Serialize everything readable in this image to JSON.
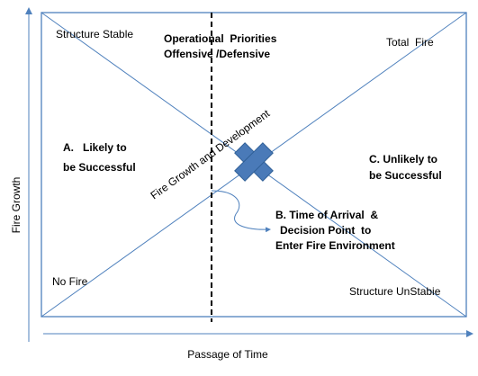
{
  "labels": {
    "structure_stable": "Structure Stable",
    "total_fire": "Total  Fire",
    "no_fire": "No Fire",
    "structure_unstable": "Structure UnStabie",
    "priorities_line1": "Operational  Priorities",
    "priorities_line2": "Offensive /Defensive",
    "region_a_line1": "A.   Likely to",
    "region_a_line2": "be Successful",
    "region_b_line1": "B. Time of Arrival  &",
    "region_b_line2": "Decision Point  to",
    "region_b_line3": "Enter Fire Environment",
    "region_c_line1": "C. Unlikely to",
    "region_c_line2": "be Successful",
    "diagonal_label": "Fire Growth and Development",
    "y_axis": "Fire Growth",
    "x_axis": "Passage of Time"
  },
  "colors": {
    "line": "#4f81bd",
    "marker": "#4a7ab8",
    "marker_edge": "#2f5f96",
    "dashed": "#000000"
  }
}
